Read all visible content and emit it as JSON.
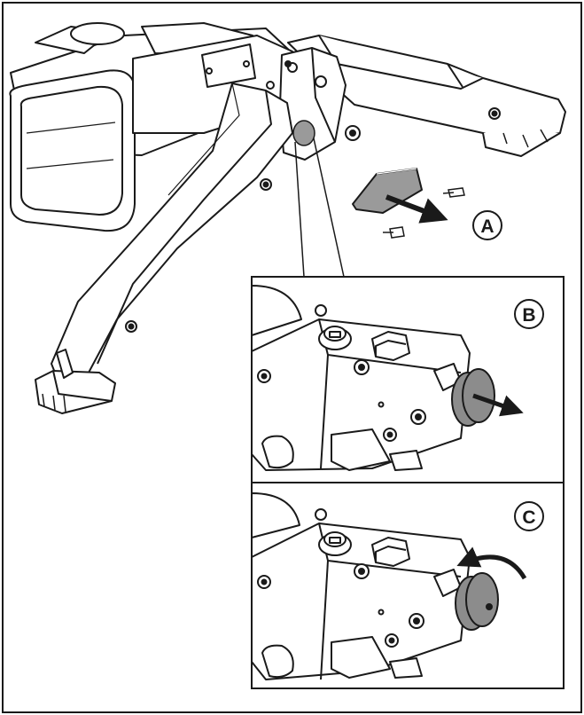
{
  "callouts": {
    "a": "A",
    "b": "B",
    "c": "C"
  },
  "colors": {
    "line": "#1a1a1a",
    "shade": "#9a9a9a",
    "knob": "#8c8c8c",
    "background": "#ffffff"
  },
  "icons": [
    "arrow-icon",
    "curved-arrow-icon"
  ]
}
